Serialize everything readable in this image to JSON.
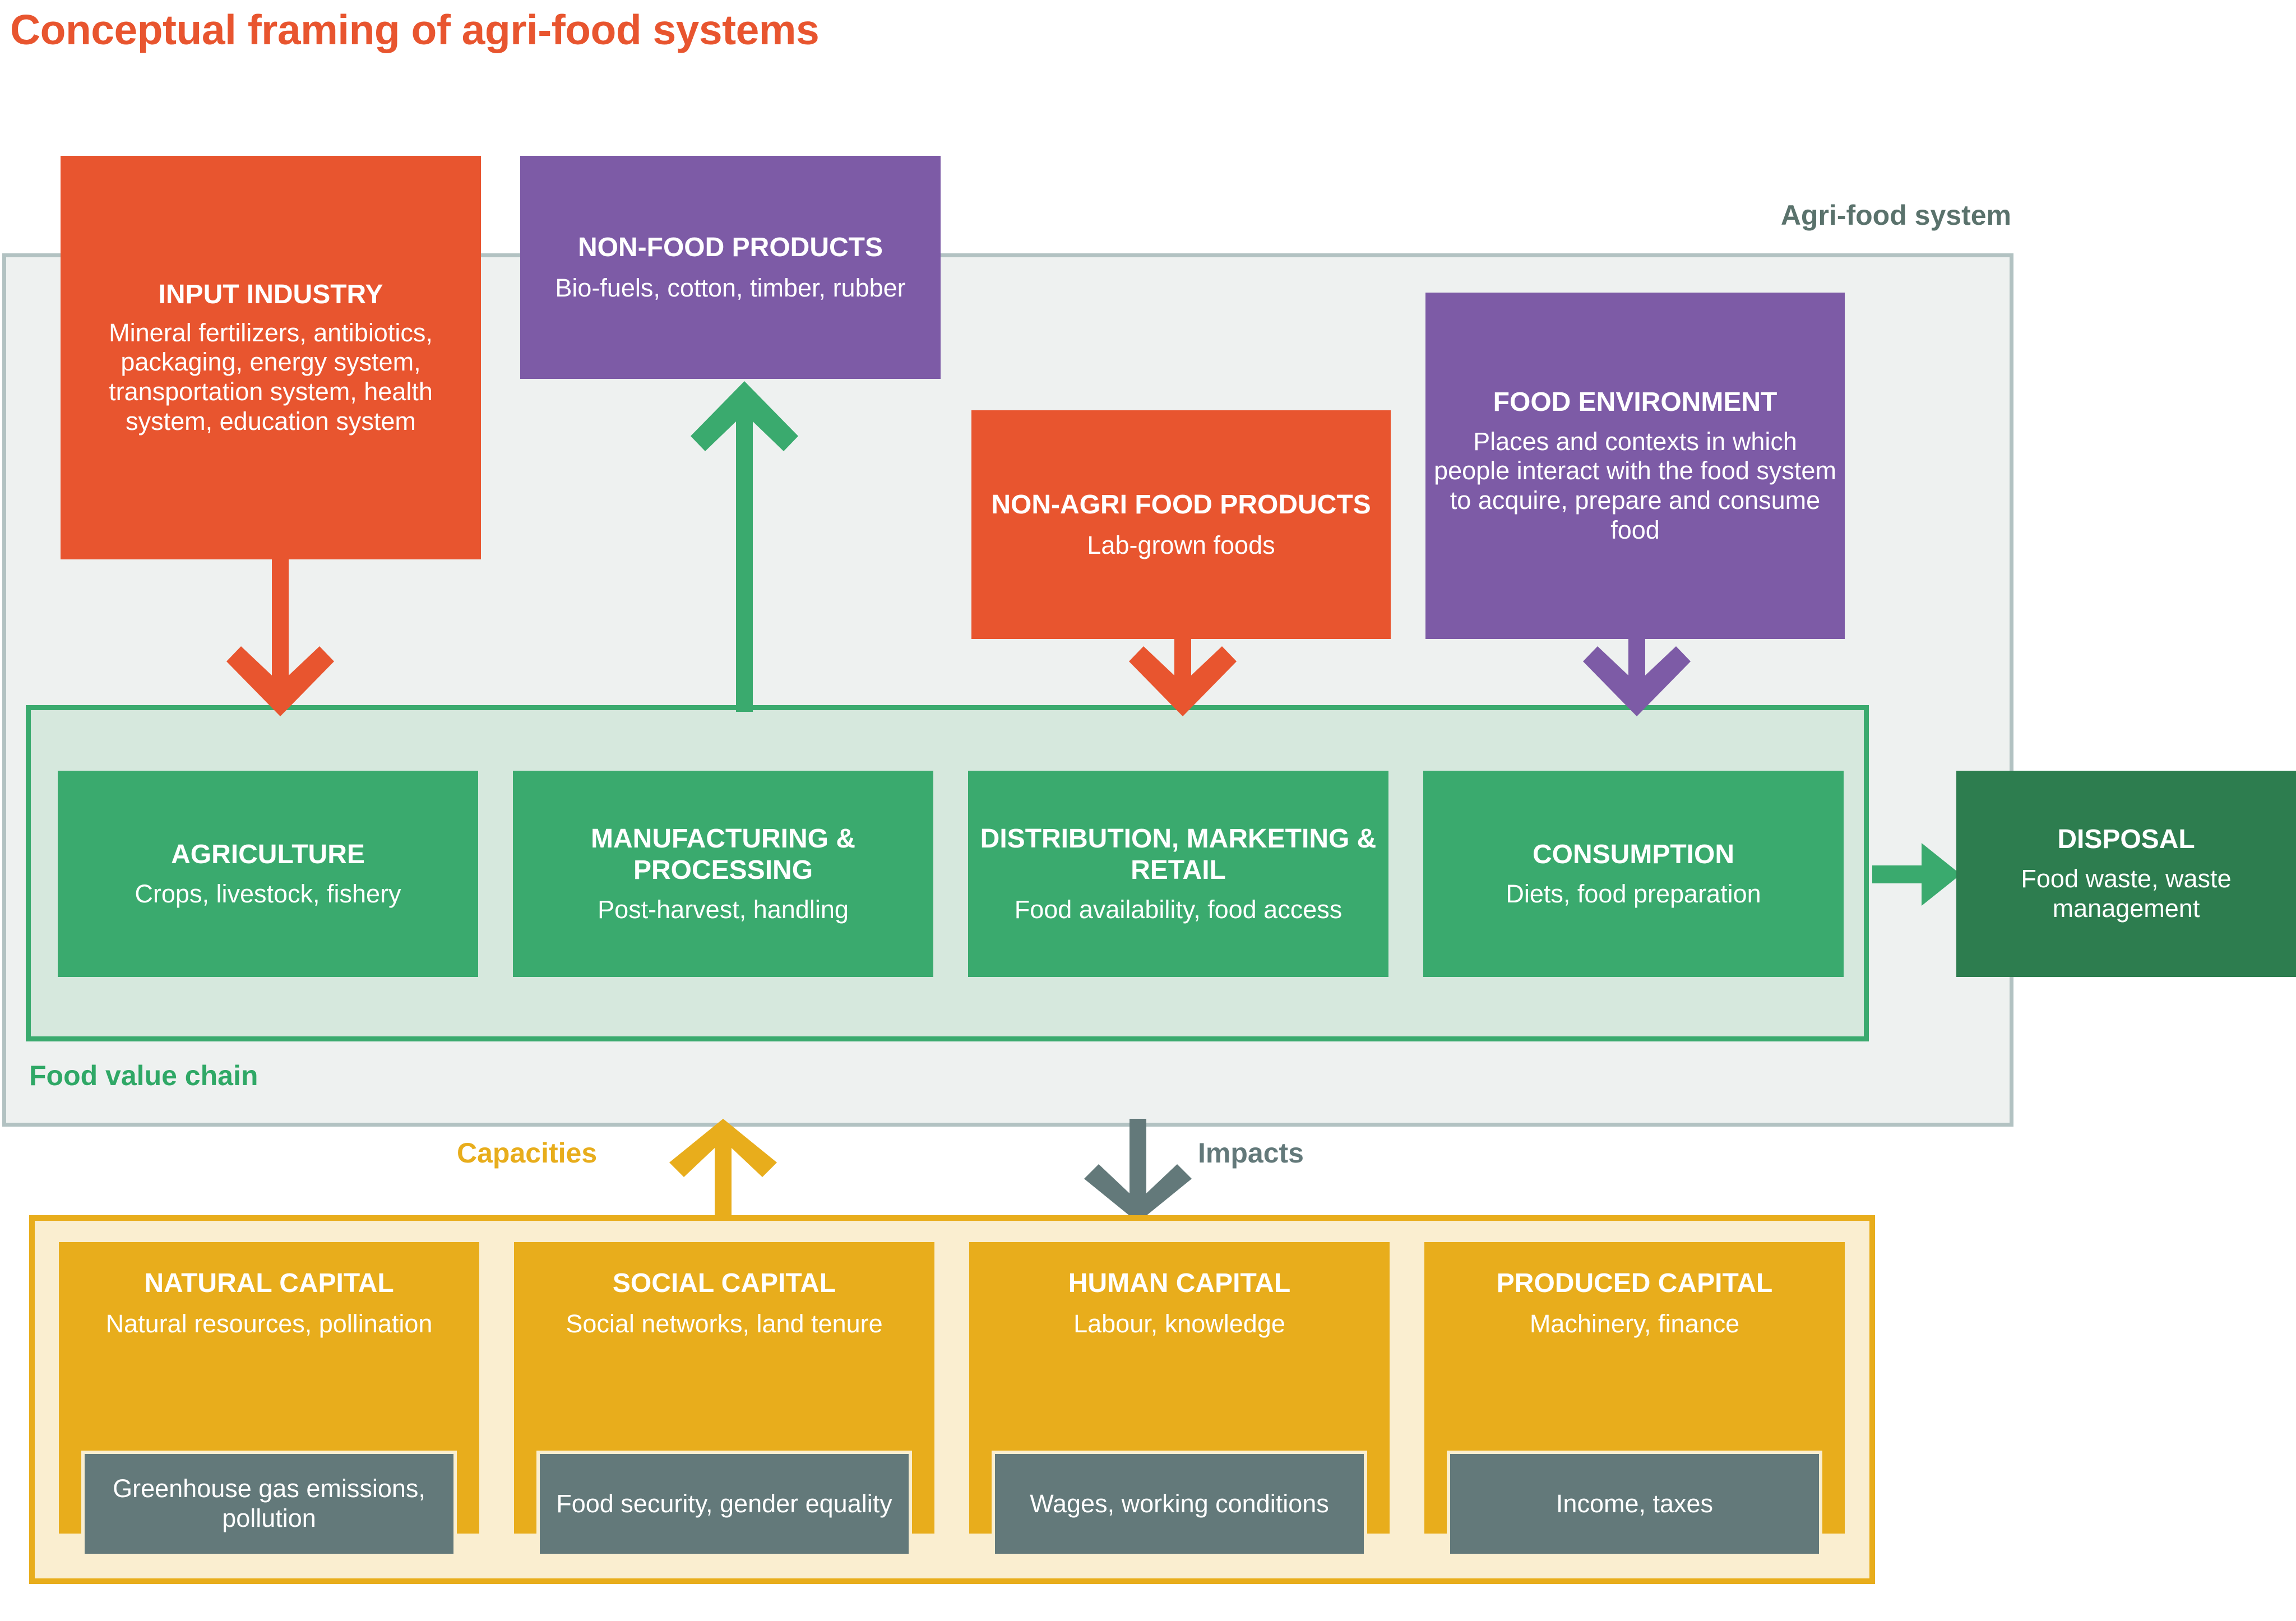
{
  "title": "Conceptual framing of agri-food systems",
  "frames": {
    "agri_food_system_label": "Agri-food system",
    "food_value_chain_label": "Food value chain"
  },
  "flows": {
    "capacities_label": "Capacities",
    "impacts_label": "Impacts"
  },
  "inputs": [
    {
      "id": "input-industry",
      "title": "INPUT INDUSTRY",
      "subtitle": "Mineral fertilizers, antibiotics, packaging, energy system, transportation system, health system, education system",
      "color": "#e8552f"
    },
    {
      "id": "non-food-products",
      "title": "NON-FOOD PRODUCTS",
      "subtitle": "Bio-fuels, cotton, timber, rubber",
      "color": "#7d5ba6"
    },
    {
      "id": "non-agri-food-products",
      "title": "NON-AGRI FOOD PRODUCTS",
      "subtitle": "Lab-grown foods",
      "color": "#e8552f"
    },
    {
      "id": "food-environment",
      "title": "FOOD ENVIRONMENT",
      "subtitle": "Places and contexts in which people interact with the food system to acquire, prepare and consume food",
      "color": "#7d5ba6"
    }
  ],
  "value_chain": [
    {
      "title": "AGRICULTURE",
      "subtitle": "Crops, livestock, fishery"
    },
    {
      "title": "MANUFACTURING & PROCESSING",
      "subtitle": "Post-harvest, handling"
    },
    {
      "title": "DISTRIBUTION, MARKETING & RETAIL",
      "subtitle": "Food availability, food access"
    },
    {
      "title": "CONSUMPTION",
      "subtitle": "Diets, food preparation"
    }
  ],
  "disposal": {
    "title": "DISPOSAL",
    "subtitle": "Food waste, waste management",
    "color": "#2d7d4f"
  },
  "capitals": [
    {
      "title": "NATURAL CAPITAL",
      "subtitle": "Natural resources, pollination",
      "impact": "Greenhouse gas emissions, pollution"
    },
    {
      "title": "SOCIAL CAPITAL",
      "subtitle": "Social networks, land tenure",
      "impact": "Food security, gender equality"
    },
    {
      "title": "HUMAN CAPITAL",
      "subtitle": "Labour, knowledge",
      "impact": "Wages, working conditions"
    },
    {
      "title": "PRODUCED CAPITAL",
      "subtitle": "Machinery, finance",
      "impact": "Income, taxes"
    }
  ],
  "colors": {
    "orange": "#e8552f",
    "purple": "#7d5ba6",
    "green": "#3aaa6e",
    "dark_green": "#2d7d4f",
    "gold": "#e8ad1c",
    "slate": "#63797a",
    "system_bg": "#eef1f0",
    "system_border": "#b2c2c2",
    "chain_bg": "#d6e8dd",
    "capital_bg": "#faeed0"
  },
  "arrows": [
    {
      "name": "input-industry-to-agriculture",
      "color": "#e8552f",
      "direction": "down"
    },
    {
      "name": "manufacturing-to-non-food-products",
      "color": "#3aaa6e",
      "direction": "up"
    },
    {
      "name": "non-agri-food-to-distribution",
      "color": "#e8552f",
      "direction": "down"
    },
    {
      "name": "food-environment-to-consumption",
      "color": "#7d5ba6",
      "direction": "down"
    },
    {
      "name": "consumption-to-disposal",
      "color": "#3aaa6e",
      "direction": "right"
    },
    {
      "name": "capacities-arrow",
      "color": "#e8ad1c",
      "direction": "up"
    },
    {
      "name": "impacts-arrow",
      "color": "#63797a",
      "direction": "down"
    }
  ]
}
